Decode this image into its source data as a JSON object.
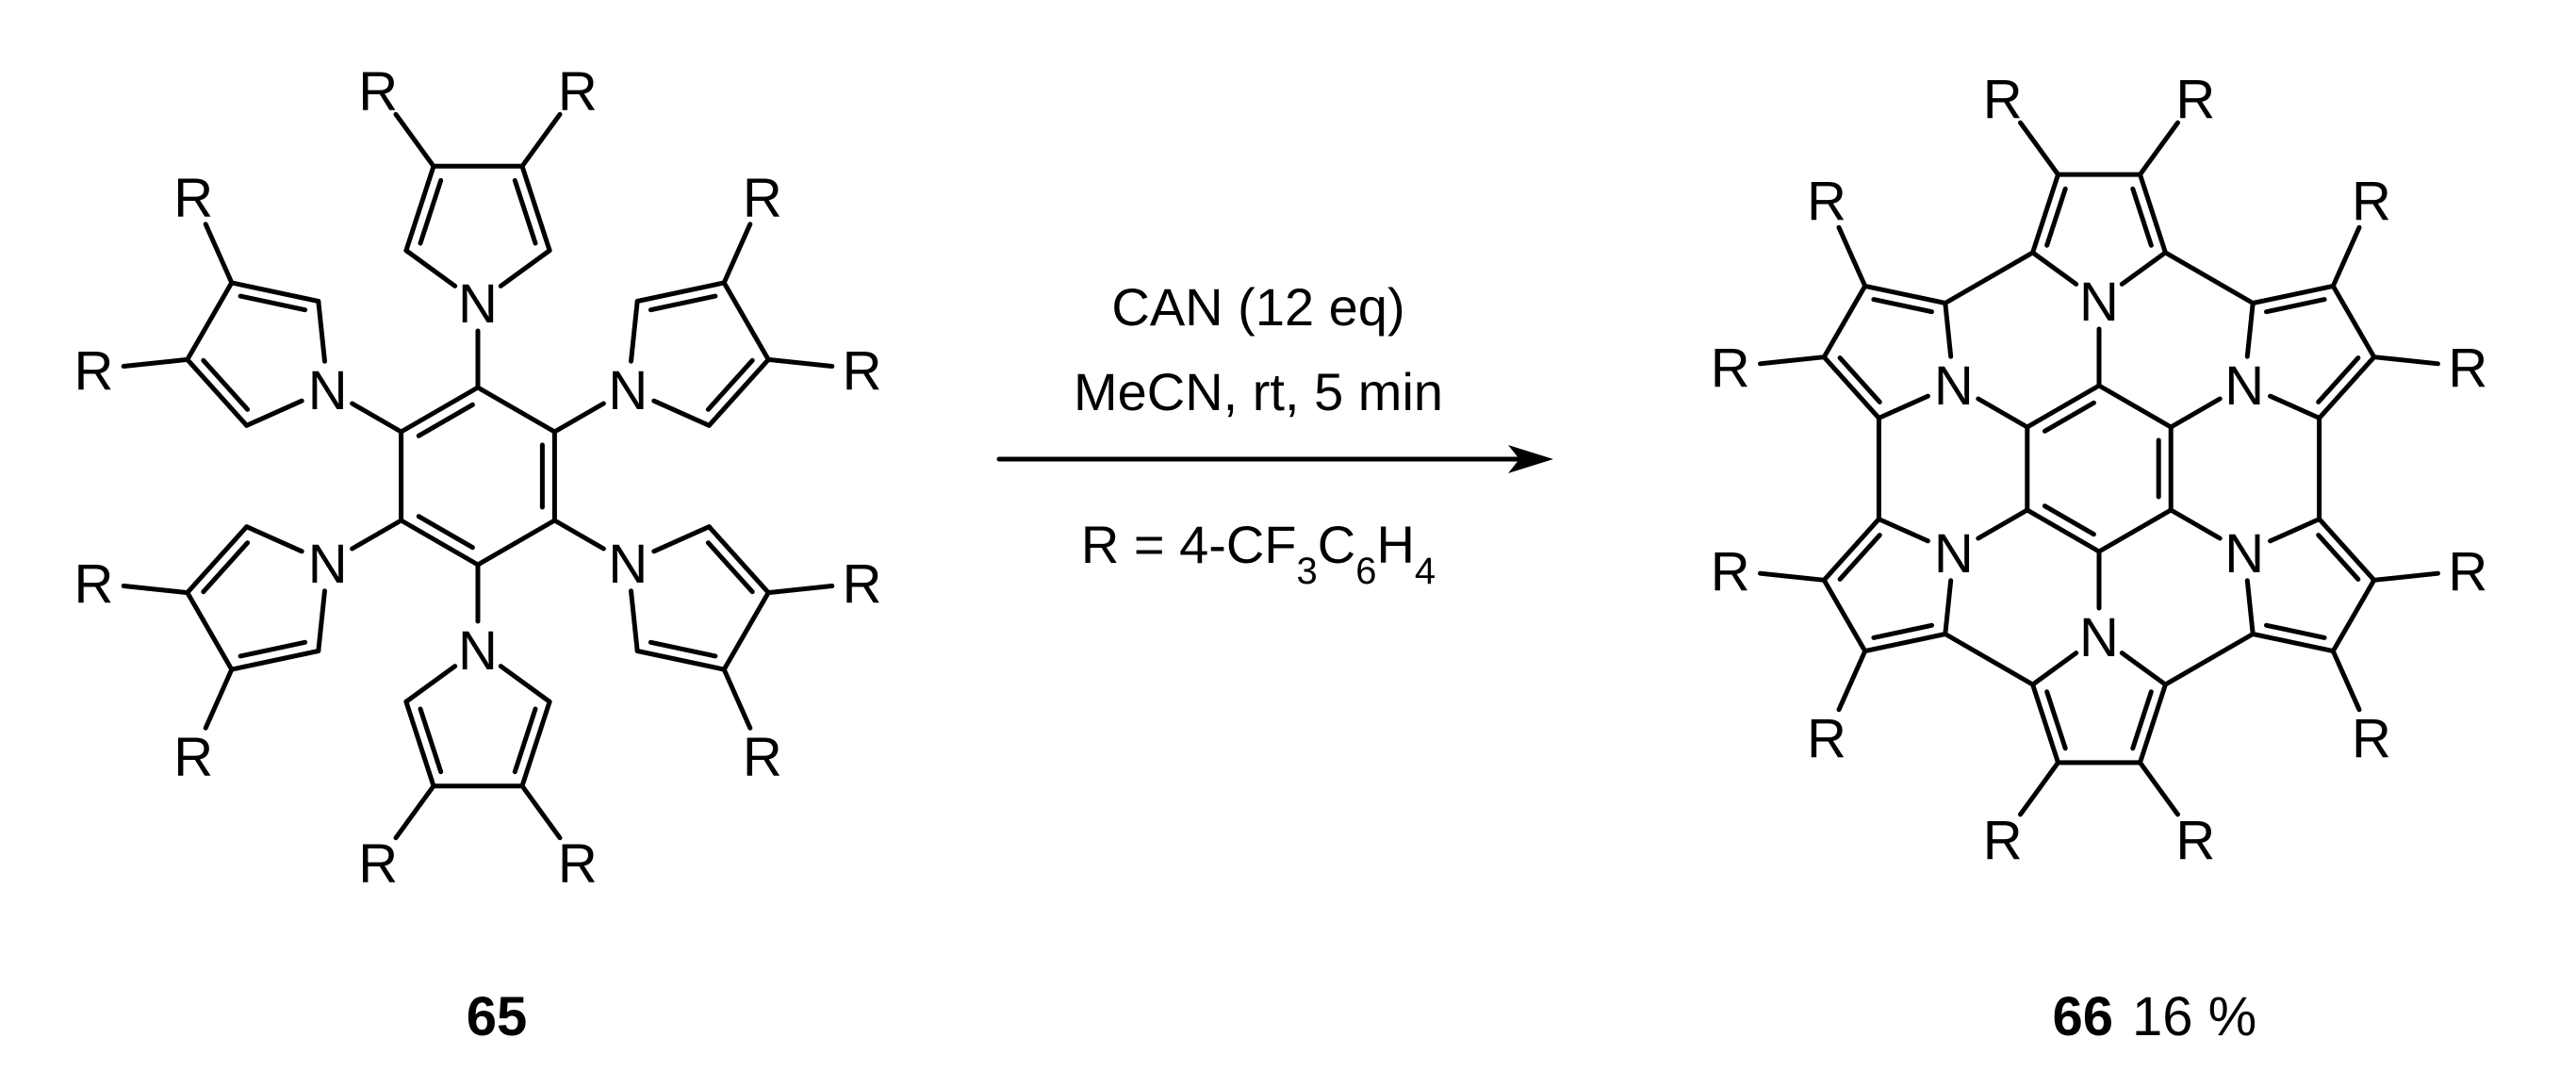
{
  "reaction": {
    "reactant": {
      "compound_number": "65"
    },
    "conditions": {
      "reagent": "CAN (12 eq)",
      "solvent_line": "MeCN, rt, 5 min",
      "substituent_def": {
        "prefix": "R = 4-CF",
        "sub1": "3",
        "mid": "C",
        "sub2": "6",
        "post": "H",
        "sub3": "4"
      }
    },
    "product": {
      "compound_number": "66",
      "yield": "16 %"
    }
  },
  "atoms": {
    "nitrogen": "N",
    "substituent": "R"
  }
}
